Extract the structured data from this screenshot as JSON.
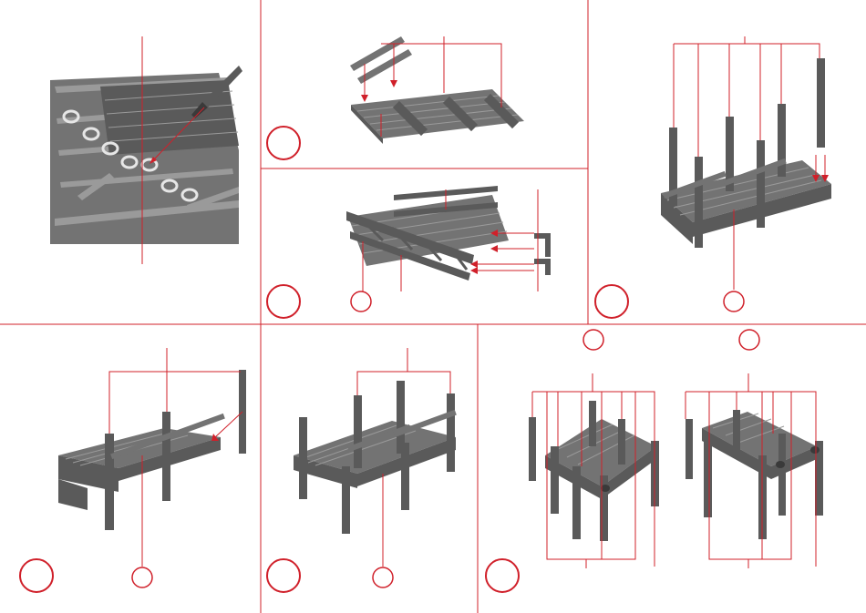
{
  "sheet": {
    "accent_color": "#d0202a",
    "part_color": "#737373",
    "background": "#ffffff"
  },
  "panels": [
    {
      "name": "sprue-cutting",
      "icon": "sprue-knife-icon",
      "step_markers": 0,
      "part_markers": 0
    },
    {
      "name": "step-deck-rails",
      "icon": "deck-assembly-icon",
      "step_markers": 1,
      "part_markers": 0
    },
    {
      "name": "step-truss-sides",
      "icon": "truss-assembly-icon",
      "step_markers": 1,
      "part_markers": 1
    },
    {
      "name": "step-pillars",
      "icon": "pillar-assembly-icon",
      "step_markers": 1,
      "part_markers": 1
    },
    {
      "name": "step-extend-one",
      "icon": "extension-assembly-icon",
      "step_markers": 1,
      "part_markers": 1
    },
    {
      "name": "step-extend-two",
      "icon": "extension-assembly-icon",
      "step_markers": 1,
      "part_markers": 1
    },
    {
      "name": "step-final-variants",
      "icon": "final-assembly-icon",
      "step_markers": 1,
      "part_markers": 2
    }
  ]
}
